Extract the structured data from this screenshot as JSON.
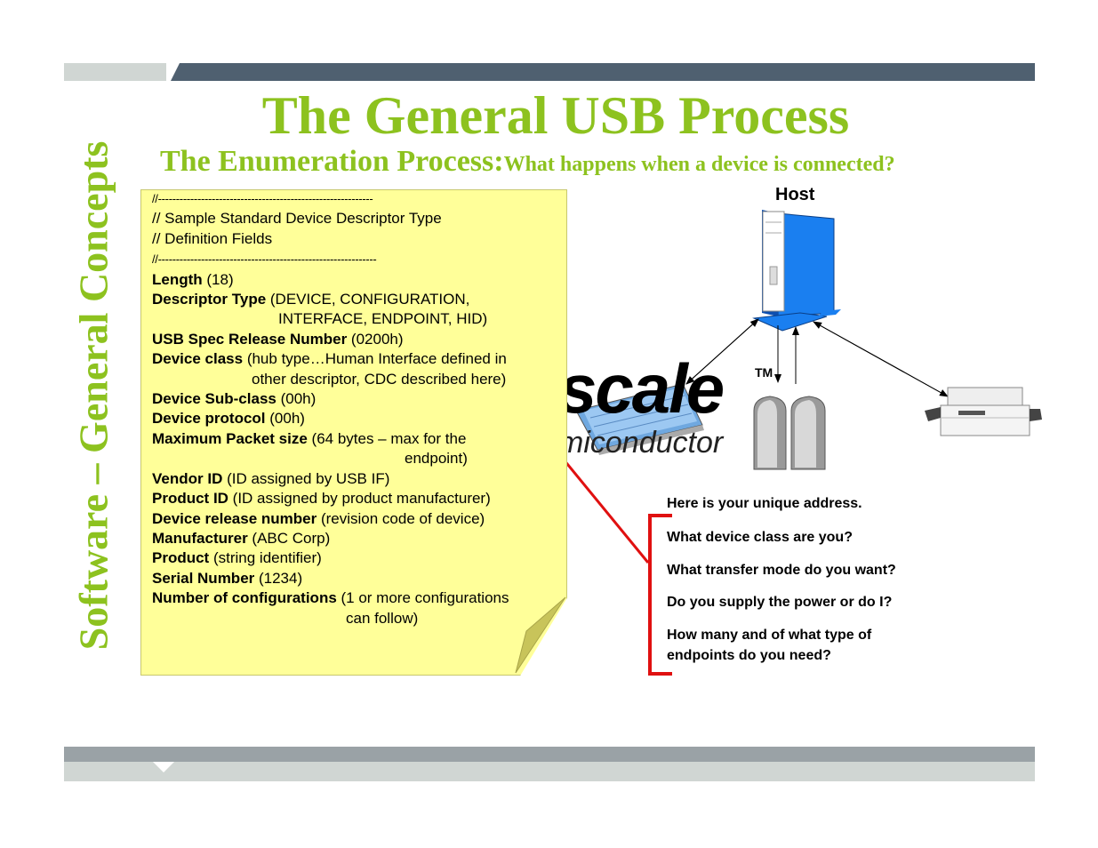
{
  "slide": {
    "side_title": "Software – General Concepts",
    "title": "The General USB Process",
    "subtitle_main": "The Enumeration Process:",
    "subtitle_question": "What happens when a device is connected?"
  },
  "descriptor_note": {
    "lines": [
      {
        "style": "dash",
        "text": "//------------------------------------------------------------"
      },
      {
        "style": "plain",
        "text": "// Sample Standard Device Descriptor Type"
      },
      {
        "style": "plain",
        "text": "// Definition Fields"
      },
      {
        "style": "dash",
        "text": "//-------------------------------------------------------------"
      },
      {
        "style": "field",
        "bold": "Length",
        "rest": " (18)"
      },
      {
        "style": "field",
        "bold": "Descriptor Type",
        "rest": " (DEVICE, CONFIGURATION,"
      },
      {
        "style": "indent",
        "indent": 142,
        "text": "INTERFACE, ENDPOINT, HID)"
      },
      {
        "style": "field",
        "bold": "USB Spec Release Number",
        "rest": " (0200h)"
      },
      {
        "style": "field",
        "bold": "Device class",
        "rest": " (hub type…Human Interface defined in"
      },
      {
        "style": "indent",
        "indent": 112,
        "text": "other descriptor, CDC described here)"
      },
      {
        "style": "field",
        "bold": "Device Sub-class",
        "rest": " (00h)"
      },
      {
        "style": "field",
        "bold": "Device protocol",
        "rest": " (00h)"
      },
      {
        "style": "field",
        "bold": "Maximum Packet size",
        "rest": " (64 bytes – max for the"
      },
      {
        "style": "indent",
        "indent": 284,
        "text": "endpoint)"
      },
      {
        "style": "field",
        "bold": "Vendor ID",
        "rest": " (ID assigned by USB IF)"
      },
      {
        "style": "field",
        "bold": "Product ID",
        "rest": " (ID assigned by product manufacturer)"
      },
      {
        "style": "field",
        "bold": "Device release number",
        "rest": " (revision code of device)"
      },
      {
        "style": "field",
        "bold": "Manufacturer",
        "rest": " (ABC Corp)"
      },
      {
        "style": "field",
        "bold": "Product",
        "rest": " (string identifier)"
      },
      {
        "style": "field",
        "bold": "Serial Number",
        "rest": " (1234)"
      },
      {
        "style": "field",
        "bold": "Number of configurations",
        "rest": " (1 or more configurations"
      },
      {
        "style": "indent",
        "indent": 218,
        "text": "can follow)"
      }
    ]
  },
  "diagram": {
    "host_label": "Host",
    "logo_fragment": "scale",
    "logo_sub_fragment": "miconductor",
    "trademark": "TM",
    "colors": {
      "host_blue": "#1a7ff0",
      "arrow_red": "#e01010",
      "accent_green": "#8dc21f"
    }
  },
  "questions": [
    "Here is your unique address.",
    "What device class are you?",
    "What transfer mode do you want?",
    "Do you supply the power or do I?",
    "How many and of what type of",
    "endpoints do you need?"
  ]
}
